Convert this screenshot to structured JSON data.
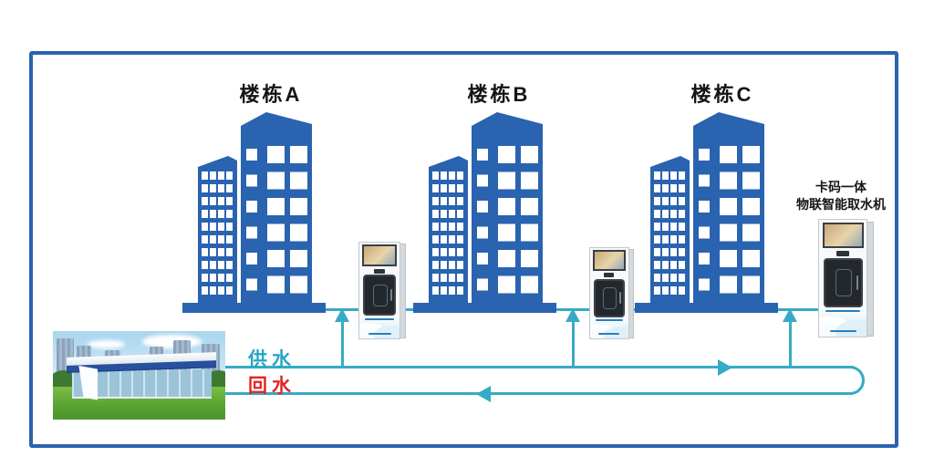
{
  "buildings": [
    {
      "label": "楼栋A"
    },
    {
      "label": "楼栋B"
    },
    {
      "label": "楼栋C"
    }
  ],
  "machine": {
    "label_line1": "卡码一体",
    "label_line2": "物联智能取水机"
  },
  "pipes": {
    "supply_label": "供水",
    "return_label": "回水"
  },
  "colors": {
    "building": "#2a63af",
    "frame": "#2a63af",
    "pipe": "#36abc5",
    "supply_text": "#25a5c4",
    "return_text": "#e22421"
  }
}
